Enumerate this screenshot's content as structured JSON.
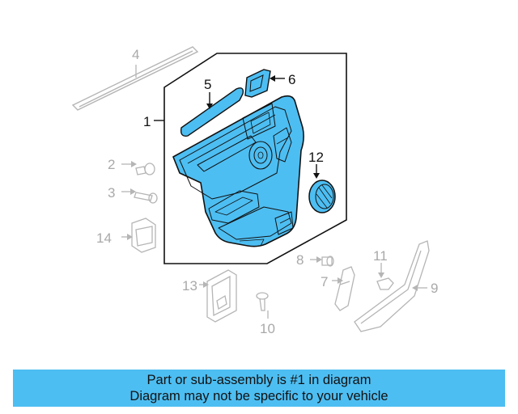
{
  "callouts": {
    "c1": "1",
    "c2": "2",
    "c3": "3",
    "c4": "4",
    "c5": "5",
    "c6": "6",
    "c7": "7",
    "c8": "8",
    "c9": "9",
    "c10": "10",
    "c11": "11",
    "c12": "12",
    "c13": "13",
    "c14": "14"
  },
  "banner": {
    "line1": "Part or sub-assembly is #1 in diagram",
    "line2": "Diagram may not be specific to your vehicle",
    "color": "#4dbef2"
  },
  "colors": {
    "highlight": "#4dbef2",
    "outline": "#111111",
    "ghost": "#b5b5b5"
  }
}
